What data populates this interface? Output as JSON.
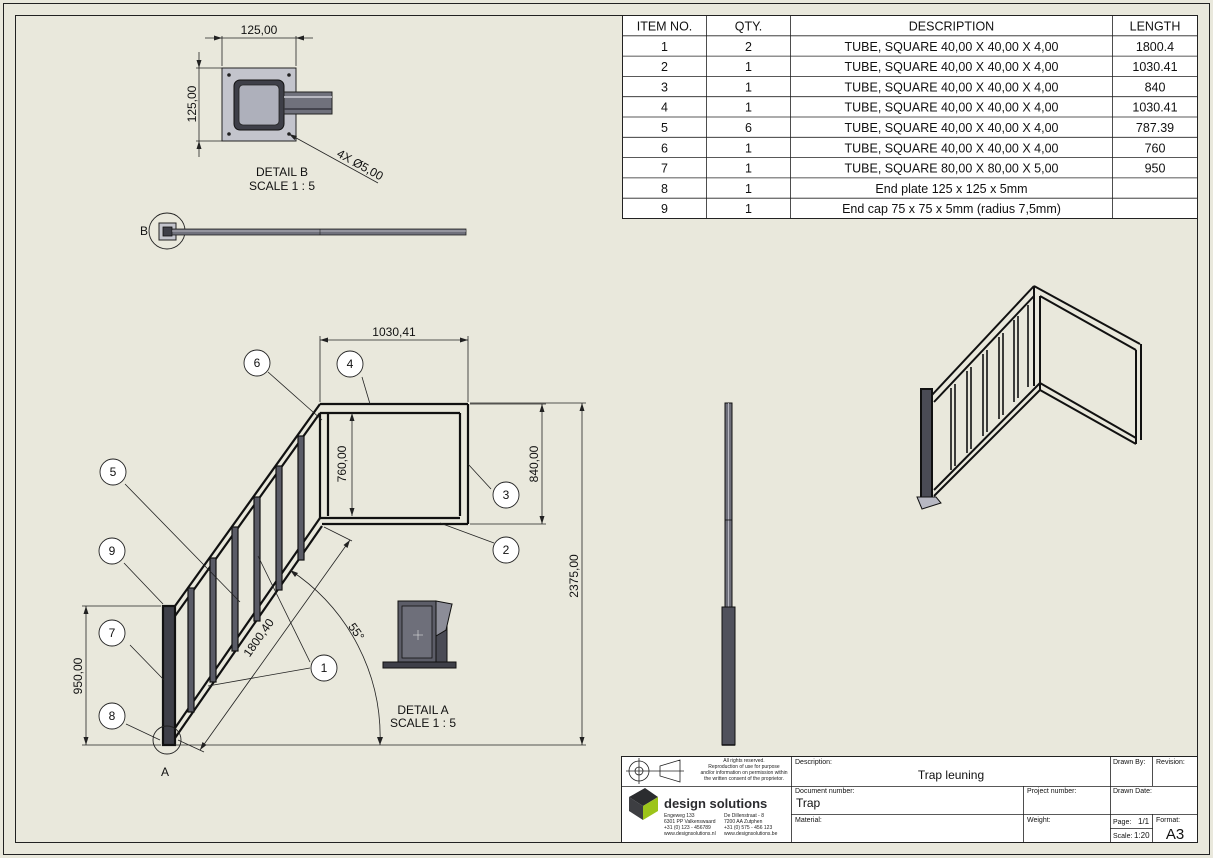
{
  "bom": {
    "headers": [
      "ITEM NO.",
      "QTY.",
      "DESCRIPTION",
      "LENGTH"
    ],
    "rows": [
      [
        "1",
        "2",
        "TUBE, SQUARE 40,00 X 40,00 X 4,00",
        "1800.4"
      ],
      [
        "2",
        "1",
        "TUBE, SQUARE 40,00 X 40,00 X 4,00",
        "1030.41"
      ],
      [
        "3",
        "1",
        "TUBE, SQUARE 40,00 X 40,00 X 4,00",
        "840"
      ],
      [
        "4",
        "1",
        "TUBE, SQUARE 40,00 X 40,00 X 4,00",
        "1030.41"
      ],
      [
        "5",
        "6",
        "TUBE, SQUARE 40,00 X 40,00 X 4,00",
        "787.39"
      ],
      [
        "6",
        "1",
        "TUBE, SQUARE 40,00 X 40,00 X 4,00",
        "760"
      ],
      [
        "7",
        "1",
        "TUBE, SQUARE 80,00 X 80,00 X 5,00",
        "950"
      ],
      [
        "8",
        "1",
        "End plate 125 x 125 x 5mm",
        ""
      ],
      [
        "9",
        "1",
        "End cap 75 x 75 x 5mm (radius 7,5mm)",
        ""
      ]
    ]
  },
  "detail_b": {
    "width_dim": "125,00",
    "height_dim": "125,00",
    "hole_note": "4X Ø5,00",
    "title": "DETAIL B",
    "scale": "SCALE 1 : 5",
    "view_letter": "B"
  },
  "detail_a": {
    "title": "DETAIL A",
    "scale": "SCALE 1 : 5",
    "view_letter": "A"
  },
  "front_view": {
    "dims": {
      "top_width": "1030,41",
      "inner_height": "760,00",
      "right_height": "840,00",
      "total_height": "2375,00",
      "post_height": "950,00",
      "diagonal": "1800,40",
      "angle": "55°"
    },
    "balloons": [
      "6",
      "4",
      "5",
      "3",
      "9",
      "2",
      "7",
      "1",
      "8"
    ]
  },
  "title_block": {
    "rights_text": [
      "All rights reserved.",
      "Reproduction of use for purpose",
      "and/or information on permission within",
      "the written consent of the proprietor."
    ],
    "company": "design solutions",
    "address_left": [
      "Engeweg 133",
      "6301 PP Valkenswaard",
      "+31 (0) 123 - 456789",
      "www.designsolutions.nl"
    ],
    "address_right": [
      "De Dillenstraat - 8",
      "7200 AA Zutphen",
      "+31 (0) 575 - 456 123",
      "www.designsolutions.be"
    ],
    "description_label": "Description:",
    "description": "Trap leuning",
    "document_number_label": "Document number:",
    "document_number": "Trap",
    "project_number_label": "Project number:",
    "material_label": "Material:",
    "weight_label": "Weight:",
    "drawn_by_label": "Drawn By:",
    "revision_label": "Revision:",
    "drawn_date_label": "Drawn Date:",
    "page_label": "Page:",
    "page": "1/1",
    "scale_label": "Scale:",
    "scale": "1:20",
    "format_label": "Format:",
    "format": "A3"
  }
}
